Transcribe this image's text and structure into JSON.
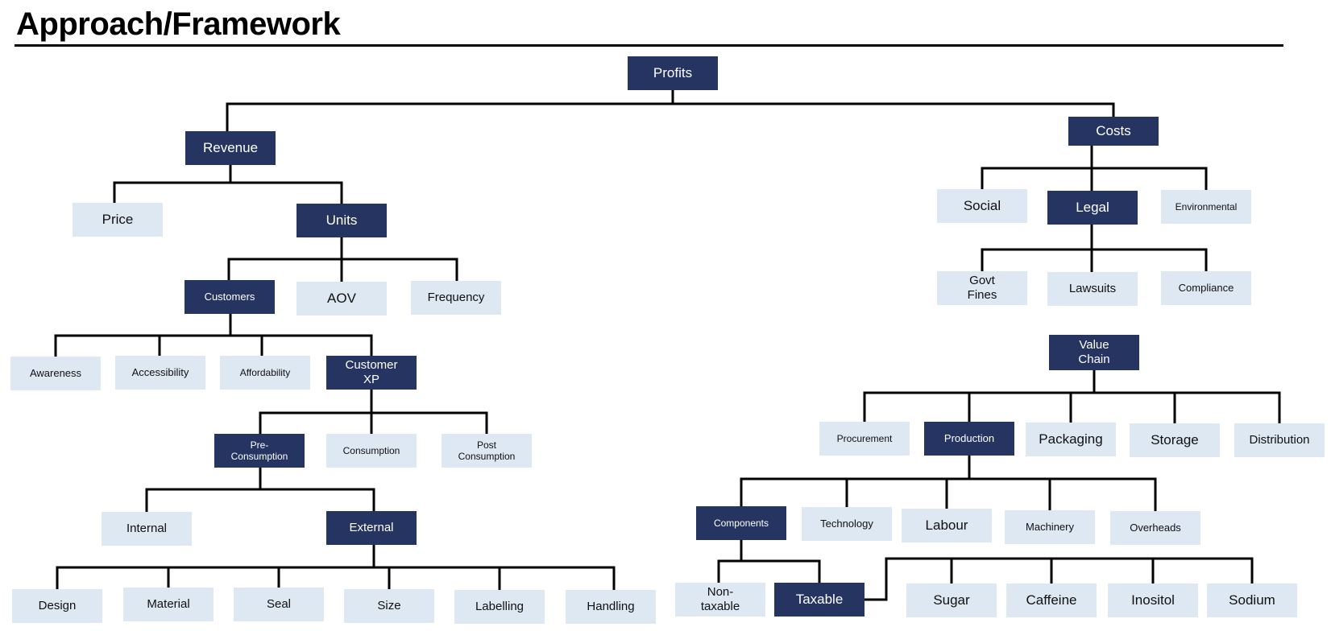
{
  "title": "Approach/Framework",
  "colors": {
    "dark_node": "#253461",
    "light_node": "#dde8f3",
    "connector": "#000000"
  },
  "nodes": {
    "profits": "Profits",
    "revenue": "Revenue",
    "price": "Price",
    "units": "Units",
    "customers": "Customers",
    "aov": "AOV",
    "frequency": "Frequency",
    "awareness": "Awareness",
    "accessibility": "Accessibility",
    "affordability": "Affordability",
    "customer_xp": "Customer\nXP",
    "pre_consumption": "Pre-\nConsumption",
    "consumption": "Consumption",
    "post_consumption": "Post\nConsumption",
    "internal": "Internal",
    "external": "External",
    "design": "Design",
    "material": "Material",
    "seal": "Seal",
    "size": "Size",
    "labelling": "Labelling",
    "handling": "Handling",
    "costs": "Costs",
    "social": "Social",
    "legal": "Legal",
    "environmental": "Environmental",
    "govt_fines": "Govt\nFines",
    "lawsuits": "Lawsuits",
    "compliance": "Compliance",
    "value_chain": "Value\nChain",
    "procurement": "Procurement",
    "production": "Production",
    "packaging": "Packaging",
    "storage": "Storage",
    "distribution": "Distribution",
    "components": "Components",
    "technology": "Technology",
    "labour": "Labour",
    "machinery": "Machinery",
    "overheads": "Overheads",
    "non_taxable": "Non-\ntaxable",
    "taxable": "Taxable",
    "sugar": "Sugar",
    "caffeine": "Caffeine",
    "inositol": "Inositol",
    "sodium": "Sodium"
  }
}
